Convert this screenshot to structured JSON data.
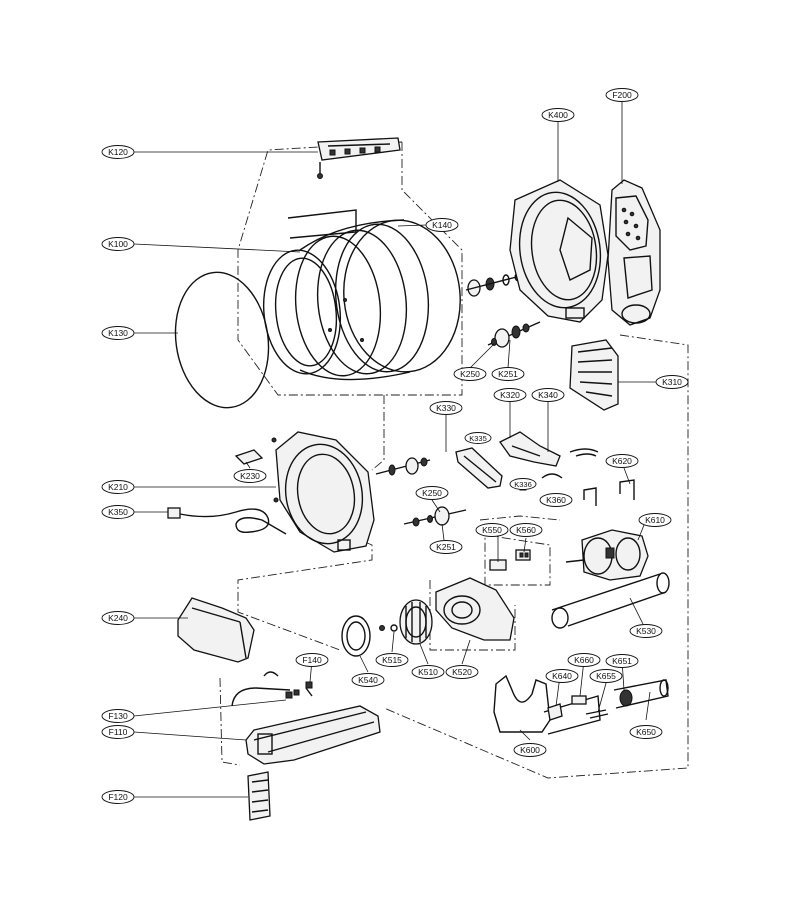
{
  "diagram": {
    "type": "exploded-parts-view",
    "callouts": [
      {
        "id": "k120",
        "label": "K120"
      },
      {
        "id": "k100",
        "label": "K100"
      },
      {
        "id": "k130",
        "label": "K130"
      },
      {
        "id": "k140",
        "label": "K140"
      },
      {
        "id": "k400",
        "label": "K400"
      },
      {
        "id": "f200",
        "label": "F200"
      },
      {
        "id": "k250a",
        "label": "K250"
      },
      {
        "id": "k251a",
        "label": "K251"
      },
      {
        "id": "k310",
        "label": "K310"
      },
      {
        "id": "k330a",
        "label": "K330"
      },
      {
        "id": "k320",
        "label": "K320"
      },
      {
        "id": "k340",
        "label": "K340"
      },
      {
        "id": "k335",
        "label": "K335"
      },
      {
        "id": "k336",
        "label": "K336"
      },
      {
        "id": "k360",
        "label": "K360"
      },
      {
        "id": "k620",
        "label": "K620"
      },
      {
        "id": "k230",
        "label": "K230"
      },
      {
        "id": "k210",
        "label": "K210"
      },
      {
        "id": "k350",
        "label": "K350"
      },
      {
        "id": "k250b",
        "label": "K250"
      },
      {
        "id": "k251b",
        "label": "K251"
      },
      {
        "id": "k550",
        "label": "K550"
      },
      {
        "id": "k560",
        "label": "K560"
      },
      {
        "id": "k610",
        "label": "K610"
      },
      {
        "id": "k240",
        "label": "K240"
      },
      {
        "id": "k530",
        "label": "K530"
      },
      {
        "id": "k515",
        "label": "K515"
      },
      {
        "id": "k540",
        "label": "K540"
      },
      {
        "id": "k510",
        "label": "K510"
      },
      {
        "id": "k520",
        "label": "K520"
      },
      {
        "id": "k660",
        "label": "K660"
      },
      {
        "id": "k640",
        "label": "K640"
      },
      {
        "id": "k655",
        "label": "K655"
      },
      {
        "id": "k651",
        "label": "K651"
      },
      {
        "id": "k650",
        "label": "K650"
      },
      {
        "id": "k600",
        "label": "K600"
      },
      {
        "id": "f140",
        "label": "F140"
      },
      {
        "id": "f130",
        "label": "F130"
      },
      {
        "id": "f110",
        "label": "F110"
      },
      {
        "id": "f120",
        "label": "F120"
      }
    ]
  }
}
